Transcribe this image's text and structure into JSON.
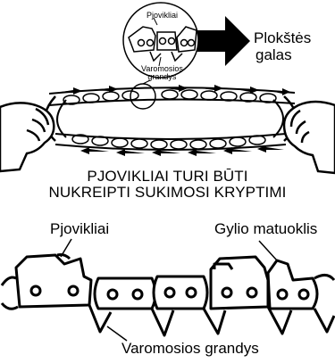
{
  "top_figure": {
    "inset_label_cutters": "Pjovikliai",
    "inset_label_drive_links": "Varomosios\ngrandys",
    "arrow_label_line1": "Plokštės",
    "arrow_label_line2": "galas",
    "caption_line1": "PJOVIKLIAI TURI BŪTI",
    "caption_line2": "NUKREIPTI SUKIMOSI KRYPTIMI"
  },
  "bottom_figure": {
    "label_cutters": "Pjovikliai",
    "label_depth_gauge": "Gylio matuoklis",
    "label_drive_links": "Varomosios grandys"
  }
}
